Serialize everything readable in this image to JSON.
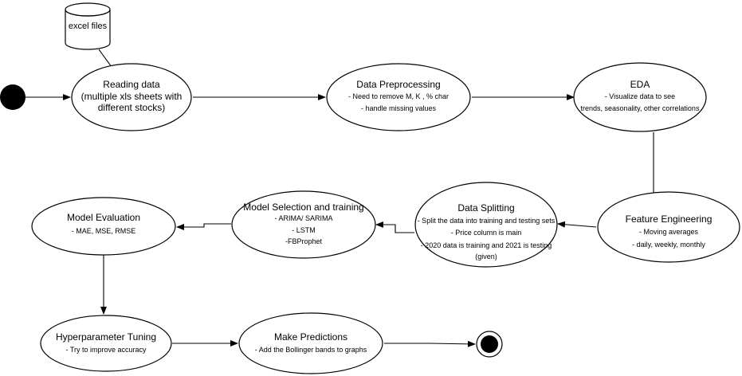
{
  "diagram": {
    "database": {
      "label": "excel files"
    },
    "nodes": {
      "reading": {
        "title": "Reading data",
        "lines": [
          "(multiple xls sheets with",
          "different stocks)"
        ]
      },
      "preprocessing": {
        "title": "Data Preprocessing",
        "lines": [
          "- Need to remove M, K ,  %  char",
          "- handle missing values"
        ]
      },
      "eda": {
        "title": "EDA",
        "lines": [
          "- Visualize data to see",
          "trends, seasonality, other correlations"
        ]
      },
      "feature_engineering": {
        "title": "Feature Engineering",
        "lines": [
          "- Moving averages",
          "- daily, weekly, monthly"
        ]
      },
      "data_splitting": {
        "title": "Data Splitting",
        "lines": [
          "- Split the data into training and testing sets",
          "- Price column is main",
          "- 2020 data is training and 2021 is testing",
          "(given)"
        ]
      },
      "model_selection": {
        "title": "Model Selection and training",
        "lines": [
          "- ARIMA/ SARIMA",
          "- LSTM",
          "-FBProphet"
        ]
      },
      "model_evaluation": {
        "title": "Model Evaluation",
        "lines": [
          "- MAE, MSE, RMSE"
        ]
      },
      "hyperparameter_tuning": {
        "title": "Hyperparameter Tuning",
        "lines": [
          "- Try to improve accuracy"
        ]
      },
      "make_predictions": {
        "title": "Make Predictions",
        "lines": [
          "- Add the Bollinger bands to graphs"
        ]
      }
    }
  }
}
